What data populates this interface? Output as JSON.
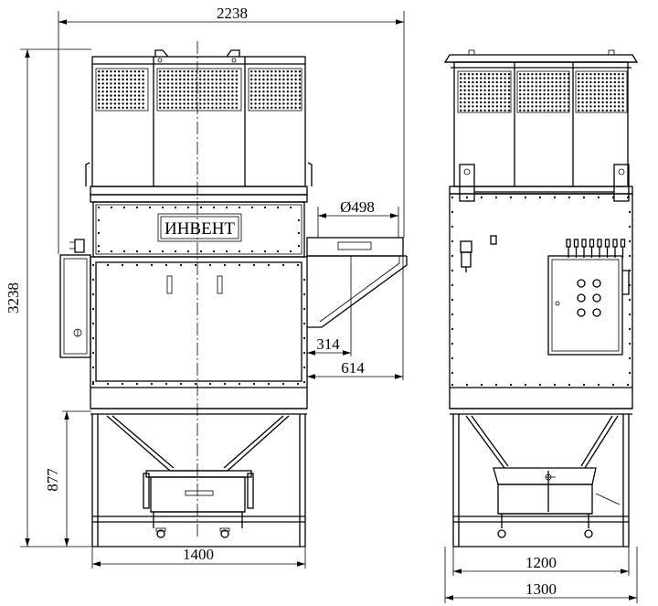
{
  "brand_label": "ИНВЕНТ",
  "dimensions": {
    "overall_width": "2238",
    "overall_height": "3238",
    "inlet_diameter": "Ø498",
    "inlet_offset_small": "314",
    "inlet_offset_large": "614",
    "support_height": "877",
    "base_width_front": "1400",
    "base_width_side_inner": "1200",
    "base_width_side_outer": "1300"
  },
  "colors": {
    "line": "#000000",
    "background": "#ffffff"
  }
}
